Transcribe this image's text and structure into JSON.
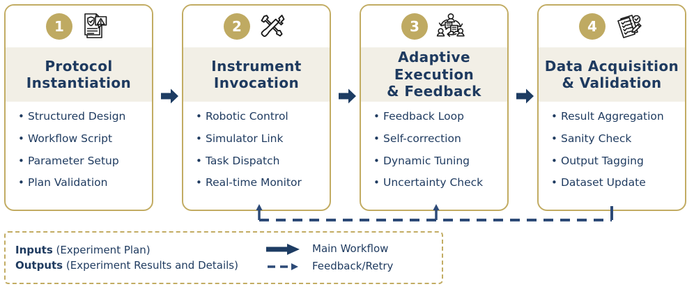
{
  "colors": {
    "card_border": "#c2ac63",
    "title_band": "#f2efe6",
    "badge_gold": "#bfaa62",
    "text_navy": "#1e3a5f",
    "arrow_navy": "#1d3c63",
    "page_background": "#ffffff"
  },
  "cards": [
    {
      "number": "1",
      "icon": "document-shield-warning-icon",
      "title": "Protocol\nInstantiation",
      "bullet_marker": "•",
      "bullets": [
        "Structured Design",
        "Workflow Script",
        "Parameter Setup",
        "Plan Validation"
      ]
    },
    {
      "number": "2",
      "icon": "wrench-screwdriver-tools-icon",
      "title": "Instrument\nInvocation",
      "bullet_marker": "•",
      "bullets": [
        "Robotic Control",
        "Simulator Link",
        "Task Dispatch",
        "Real-time Monitor"
      ]
    },
    {
      "number": "3",
      "icon": "collaboration-feedback-loop-icon",
      "title": "Adaptive Execution\n& Feedback",
      "bullet_marker": "•",
      "bullets": [
        "Feedback Loop",
        "Self-correction",
        "Dynamic Tuning",
        "Uncertainty Check"
      ]
    },
    {
      "number": "4",
      "icon": "checklist-clipboard-pen-icon",
      "title": "Data Acquisition\n& Validation",
      "bullet_marker": "•",
      "bullets": [
        "Result Aggregation",
        "Sanity Check",
        "Output Tagging",
        "Dataset Update"
      ]
    }
  ],
  "legend": {
    "inputs_label": "Inputs",
    "inputs_detail": " (Experiment Plan)",
    "outputs_label": "Outputs",
    "outputs_detail": " (Experiment Results and Details)",
    "main_workflow_label": "Main Workflow",
    "feedback_retry_label": "Feedback/Retry"
  }
}
